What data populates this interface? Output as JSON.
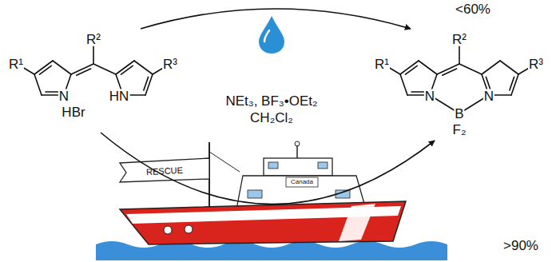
{
  "diagram": {
    "nodes": [
      {
        "text": [
          "R¹",
          "R²",
          "R³",
          "N",
          "HBr",
          "HN"
        ]
      },
      {
        "text": [
          "R¹",
          "R²",
          "R³",
          "N",
          "B",
          "N",
          "F₂"
        ]
      }
    ],
    "edges": [
      {
        "from": 0,
        "to": 1,
        "arrow": "to",
        "label": "<60%"
      },
      {
        "from": 0,
        "to": 1,
        "arrow": "to",
        "label": ">90%"
      }
    ],
    "labels": [
      "NEt₃, BF₃•OEt₂",
      "CH₂Cl₂",
      "RESCUE",
      "Canada"
    ]
  }
}
